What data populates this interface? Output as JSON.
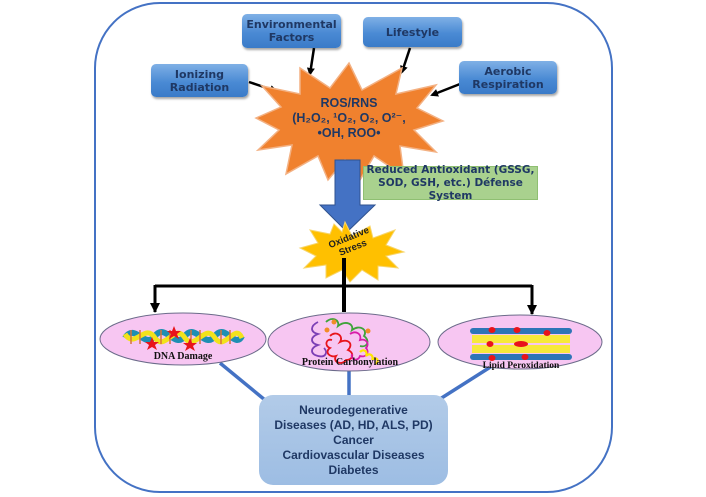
{
  "sources": [
    {
      "id": "environmental",
      "label_lines": [
        "Environmental",
        "Factors"
      ]
    },
    {
      "id": "lifestyle",
      "label_lines": [
        "Lifestyle"
      ]
    },
    {
      "id": "ionizing",
      "label_lines": [
        "Ionizing",
        "Radiation"
      ]
    },
    {
      "id": "aerobic",
      "label_lines": [
        "Aerobic",
        "Respiration"
      ]
    }
  ],
  "ros": {
    "title": "ROS/RNS",
    "species_line1": "(H₂O₂, ¹O₂, O₂, O²⁻,",
    "species_line2": "•OH, ROO•"
  },
  "defense": {
    "line1": "Reduced Antioxidant (GSSG,",
    "line2": "SOD, GSH, etc.) Défense System"
  },
  "stress": {
    "line1": "Oxidative",
    "line2": "Stress"
  },
  "effects": [
    {
      "id": "dna",
      "label": "DNA Damage"
    },
    {
      "id": "protein",
      "label": "Protein Carbonylation"
    },
    {
      "id": "lipid",
      "label": "Lipid Peroxidation"
    }
  ],
  "diseases": {
    "lines": [
      "Neurodegenerative",
      "Diseases (AD, HD, ALS, PD)",
      "Cancer",
      "Cardiovascular Diseases",
      "Diabetes"
    ]
  },
  "colors": {
    "frame": "#4472c4",
    "ros_star": "#f0812e",
    "stress_star": "#ffc000",
    "main_arrow": "#4472c4",
    "defense_box": "#a9d18e",
    "ellipse_fill": "#f7c6f2",
    "connector": "#4472c4",
    "text_dark_blue": "#1f3864"
  }
}
